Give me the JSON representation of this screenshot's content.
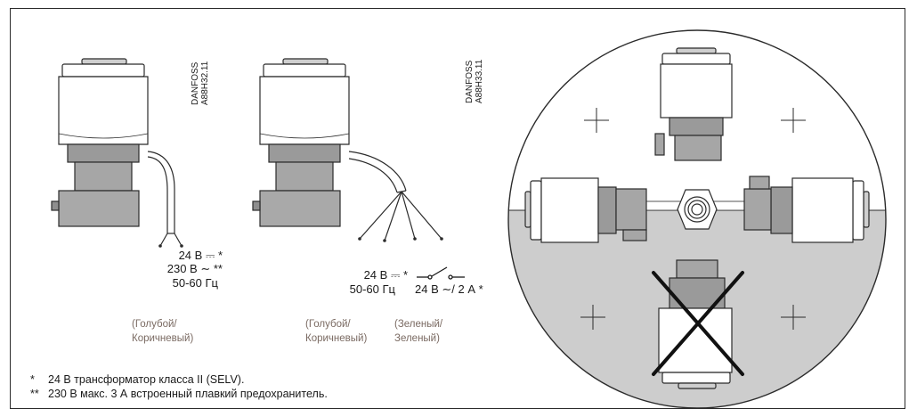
{
  "actuator_left": {
    "brand": "DANFOSS",
    "model": "A88H32.11",
    "rating_1_value": "24 В",
    "rating_1_symbol": "⎓",
    "rating_1_mark": "*",
    "rating_2_value": "230 В",
    "rating_2_symbol": "∼",
    "rating_2_mark": "**",
    "frequency": "50-60 Гц",
    "wire_color_line_1": "(Голубой/",
    "wire_color_line_2": "Коричневый)"
  },
  "actuator_right": {
    "brand": "DANFOSS",
    "model": "A88H33.11",
    "rating_1_value": "24 В",
    "rating_1_symbol": "⎓",
    "rating_1_mark": "*",
    "frequency": "50-60 Гц",
    "switch_rating": "24 В ∼/ 2 А *",
    "wire_color_1_line_1": "(Голубой/",
    "wire_color_1_line_2": "Коричневый)",
    "wire_color_2_line_1": "(Зеленый/",
    "wire_color_2_line_2": "Зеленый)"
  },
  "footnotes": [
    {
      "marker": "*",
      "text": "24 В трансформатор класса II (SELV)."
    },
    {
      "marker": "**",
      "text": "230 В макс. 3 А встроенный плавкий предохранитель."
    }
  ],
  "colors": {
    "outline": "#2b2b2b",
    "body_fill": "#ffffff",
    "base_fill": "#a6a6a6",
    "base_dark": "#8e8e8e",
    "lower_half": "#cdcdcd",
    "forbidden_cross": "#111111"
  },
  "icons": [
    "switch-contact-icon",
    "forbidden-cross-icon",
    "valve-nut-icon"
  ]
}
